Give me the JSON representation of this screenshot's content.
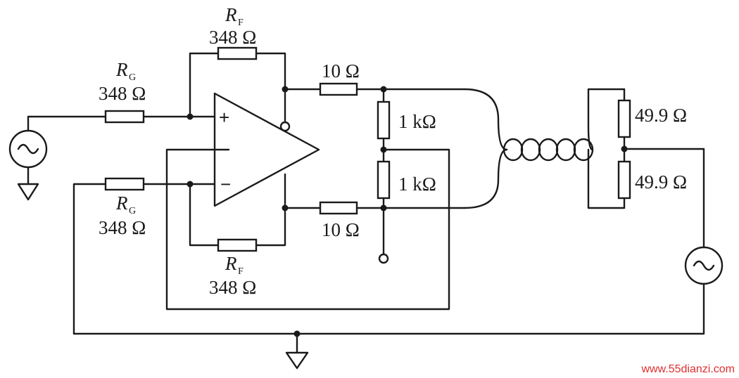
{
  "feedback_resistor_top": {
    "symbol": "R",
    "subscript": "F",
    "value": "348 Ω"
  },
  "gain_resistor_top": {
    "symbol": "R",
    "subscript": "G",
    "value": "348 Ω"
  },
  "gain_resistor_bottom": {
    "symbol": "R",
    "subscript": "G",
    "value": "348 Ω"
  },
  "feedback_resistor_bottom": {
    "symbol": "R",
    "subscript": "F",
    "value": "348 Ω"
  },
  "output_resistor_top": {
    "value": "10 Ω"
  },
  "output_resistor_bottom": {
    "value": "10 Ω"
  },
  "divider_resistor_top": {
    "value": "1 kΩ"
  },
  "divider_resistor_bottom": {
    "value": "1 kΩ"
  },
  "termination_resistor_top": {
    "value": "49.9 Ω"
  },
  "termination_resistor_bottom": {
    "value": "49.9 Ω"
  },
  "opamp": {
    "plus": "+",
    "minus": "−"
  },
  "watermark": {
    "text": "www.55dianzi.com",
    "color": "#e03030"
  }
}
